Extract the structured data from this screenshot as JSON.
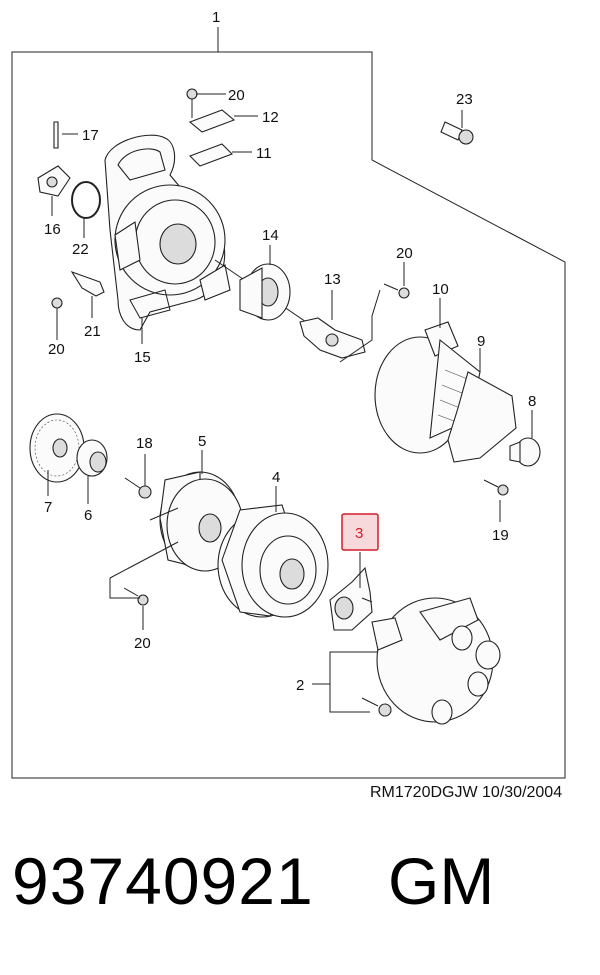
{
  "diagram": {
    "callouts": {
      "c1": "1",
      "c2": "2",
      "c3": "3",
      "c4": "4",
      "c5": "5",
      "c6": "6",
      "c7": "7",
      "c8": "8",
      "c9": "9",
      "c10": "10",
      "c11": "11",
      "c12": "12",
      "c13": "13",
      "c14": "14",
      "c15": "15",
      "c16": "16",
      "c17": "17",
      "c18": "18",
      "c19": "19",
      "c20": "20",
      "c21": "21",
      "c22": "22",
      "c23": "23"
    },
    "highlight_color": "#d01d2a",
    "highlight_fill": "#f7d9dc",
    "drawing_code": "RM1720DGJW  10/30/2004"
  },
  "product": {
    "part_number": "93740921",
    "brand": "GM"
  }
}
